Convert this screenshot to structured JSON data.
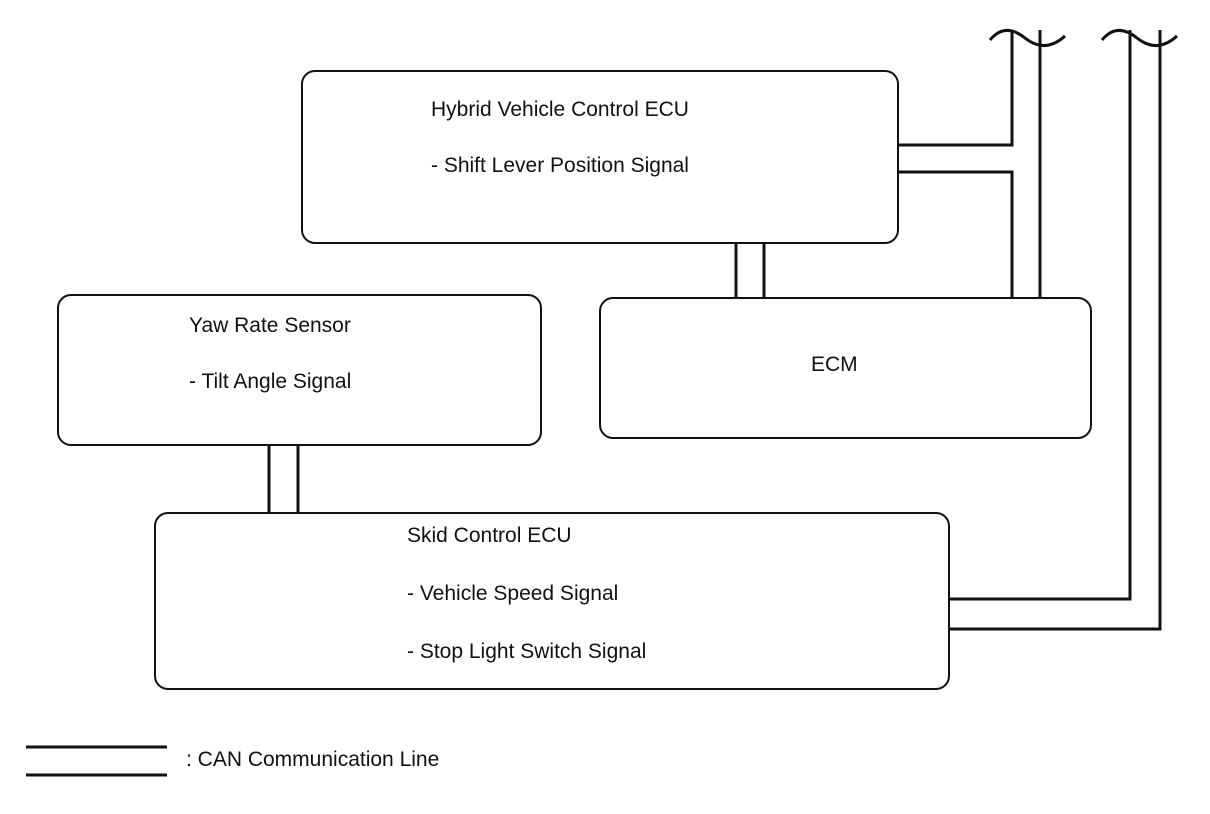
{
  "hv_ecu": {
    "title": "Hybrid Vehicle Control ECU",
    "signals": [
      "- Shift Lever Position Signal"
    ]
  },
  "yaw_sensor": {
    "title": "Yaw Rate Sensor",
    "signals": [
      "- Tilt Angle Signal"
    ]
  },
  "ecm": {
    "title": "ECM"
  },
  "skid_ecu": {
    "title": "Skid Control ECU",
    "signals": [
      "- Vehicle Speed Signal",
      "- Stop Light Switch Signal"
    ]
  },
  "legend": {
    "label": ": CAN Communication Line"
  },
  "colors": {
    "line": "#111111",
    "background": "#ffffff"
  }
}
